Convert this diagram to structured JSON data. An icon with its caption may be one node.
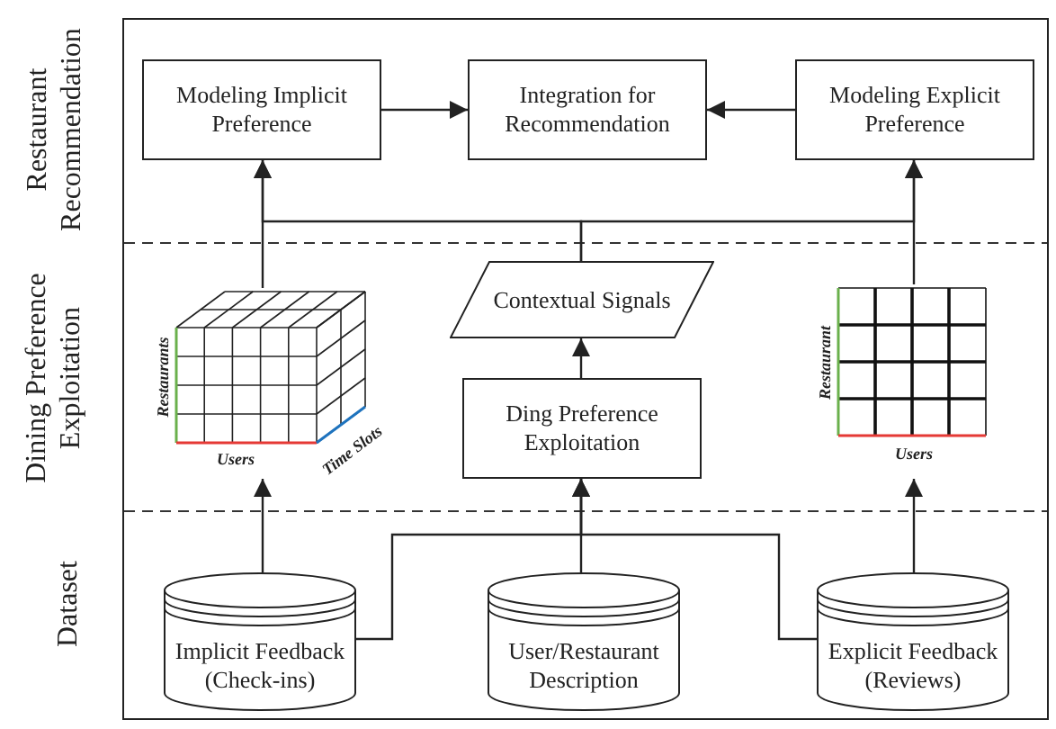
{
  "diagram": {
    "nodes": [
      {
        "text": [
          "Modeling Implicit Preference"
        ]
      },
      {
        "text": [
          "Integration for Recommendation"
        ]
      },
      {
        "text": [
          "Modeling Explicit Preference"
        ]
      },
      {
        "text": [
          "Contextual Signals"
        ]
      },
      {
        "text": [
          "Ding Preference Exploitation"
        ]
      },
      {
        "text": [],
        "shape": "picture"
      },
      {
        "text": [],
        "shape": "picture"
      },
      {
        "text": [
          "Implicit Feedback (Check-ins)"
        ]
      },
      {
        "text": [
          "User/Restaurant Description"
        ]
      },
      {
        "text": [
          "Explicit Feedback (Reviews)"
        ]
      }
    ],
    "edges": [
      {
        "from": 0,
        "to": 1,
        "arrow": "to"
      },
      {
        "from": 2,
        "to": 1,
        "arrow": "to"
      },
      {
        "from": 3,
        "to": 0,
        "arrow": "to"
      },
      {
        "from": 3,
        "to": 2,
        "arrow": "to"
      },
      {
        "from": 5,
        "to": 0,
        "arrow": "to"
      },
      {
        "from": 6,
        "to": 2,
        "arrow": "to"
      },
      {
        "from": 4,
        "to": 3,
        "arrow": "to"
      },
      {
        "from": 7,
        "to": 5,
        "arrow": "to"
      },
      {
        "from": 8,
        "to": 4,
        "arrow": "to"
      },
      {
        "from": 7,
        "to": 4,
        "arrow": "to"
      },
      {
        "from": 9,
        "to": 4,
        "arrow": "to"
      },
      {
        "from": 9,
        "to": 6,
        "arrow": "to"
      }
    ],
    "labels": [
      "Restaurant Recommendation",
      "Dining Preference Exploitation",
      "Dataset",
      "Restaurants",
      "Users",
      "Time Slots",
      "Restaurant",
      "Users"
    ]
  }
}
